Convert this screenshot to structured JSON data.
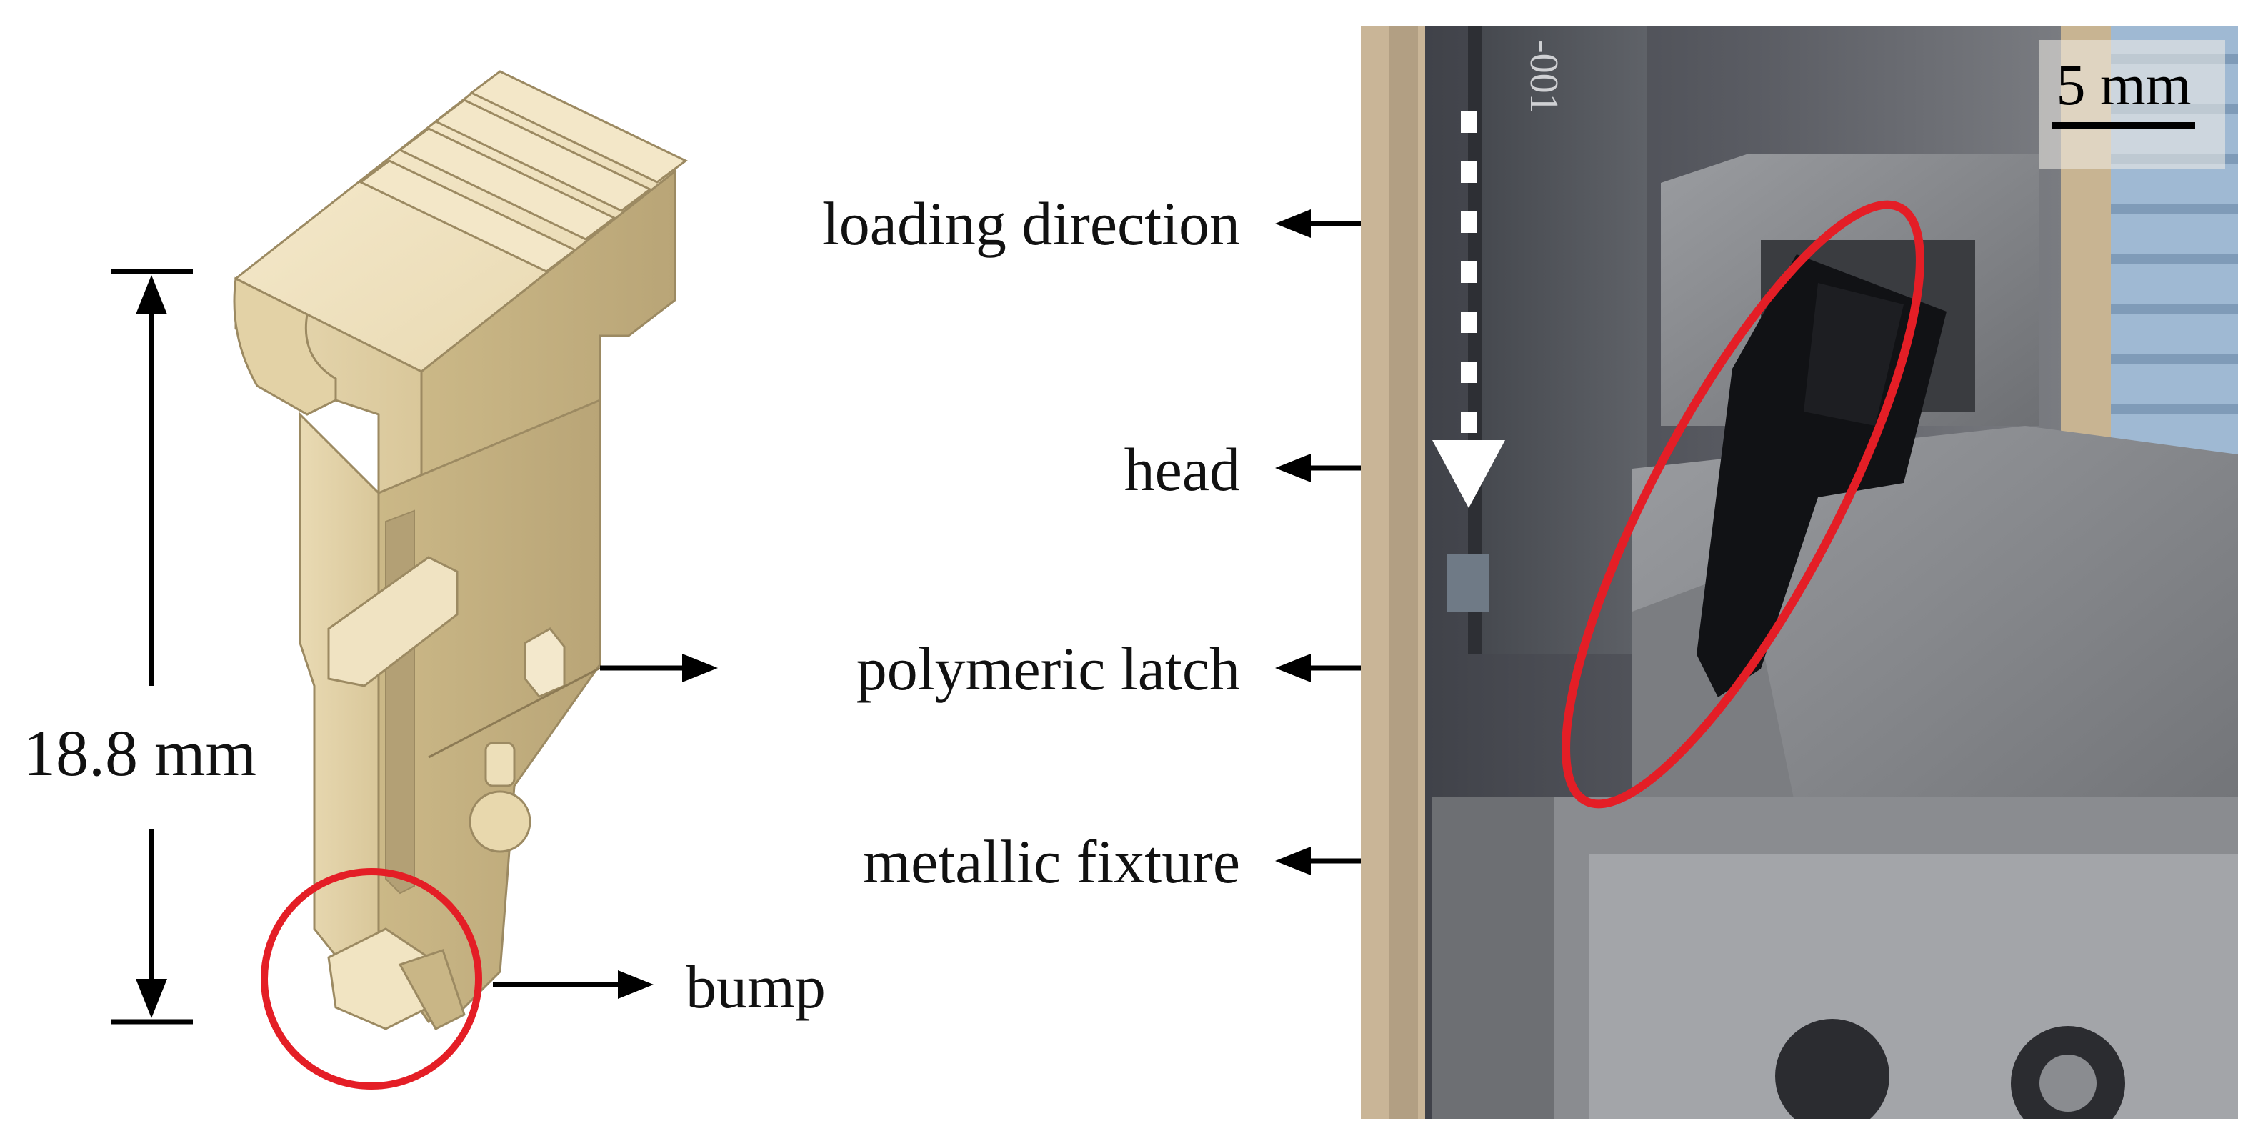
{
  "labels": {
    "dimension": "18.8 mm",
    "bump": "bump",
    "loading_direction": "loading direction",
    "head": "head",
    "polymeric_latch": "polymeric latch",
    "metallic_fixture": "metallic fixture",
    "scale_bar": "5 mm",
    "photo_engraving": "-001"
  },
  "colors": {
    "highlight": "#e41e26",
    "part": "#efe2c0",
    "part_shadow": "#cdbd93",
    "part_dark": "#a8946a",
    "arrow": "#000000"
  },
  "icons": {
    "loading_arrow": "dashed-down-arrow-icon",
    "pointer": "right-arrow-icon"
  }
}
